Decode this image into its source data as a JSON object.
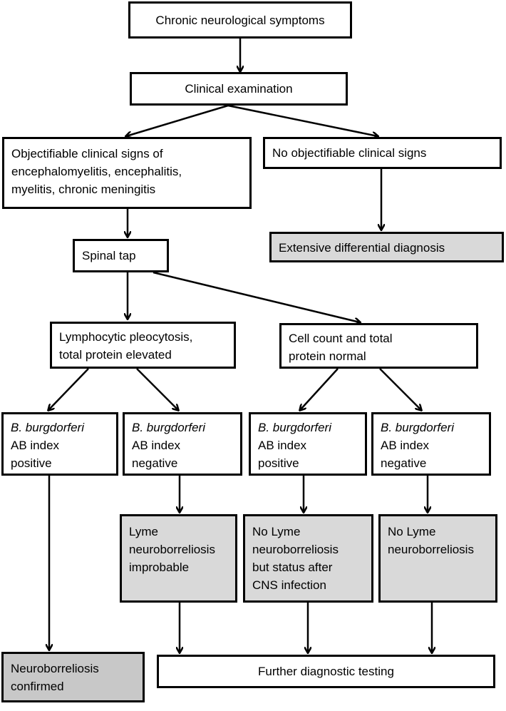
{
  "nodes": {
    "chronic": "Chronic neurological symptoms",
    "exam": "Clinical examination",
    "objectifiable": [
      "Objectifiable clinical signs of",
      "encephalomyelitis, encephalitis,",
      "myelitis, chronic meningitis"
    ],
    "no_signs": "No objectifiable clinical signs",
    "differential": "Extensive differential diagnosis",
    "spinal_tap": "Spinal tap",
    "pleocytosis": [
      "Lymphocytic pleocytosis,",
      "total protein elevated"
    ],
    "normal": [
      "Cell count and total",
      "protein normal"
    ],
    "ab1": {
      "species": "B. burgdorferi",
      "lines": [
        "AB index",
        "positive"
      ]
    },
    "ab2": {
      "species": "B. burgdorferi",
      "lines": [
        "AB index",
        "negative"
      ]
    },
    "ab3": {
      "species": "B. burgdorferi",
      "lines": [
        "AB index",
        "positive"
      ]
    },
    "ab4": {
      "species": "B. burgdorferi",
      "lines": [
        "AB index",
        "negative"
      ]
    },
    "improbable": [
      "Lyme",
      "neuroborreliosis",
      "improbable"
    ],
    "no_lyme_status": [
      "No Lyme",
      "neuroborreliosis",
      "but status after",
      "CNS infection"
    ],
    "no_lyme": [
      "No Lyme",
      "neuroborreliosis"
    ],
    "confirmed": [
      "Neuroborreliosis",
      "confirmed"
    ],
    "further": "Further diagnostic testing"
  },
  "colors": {
    "outcome_fill": "#d9d9d9",
    "confirmed_fill": "#c8c8c8",
    "stroke": "#000000"
  }
}
